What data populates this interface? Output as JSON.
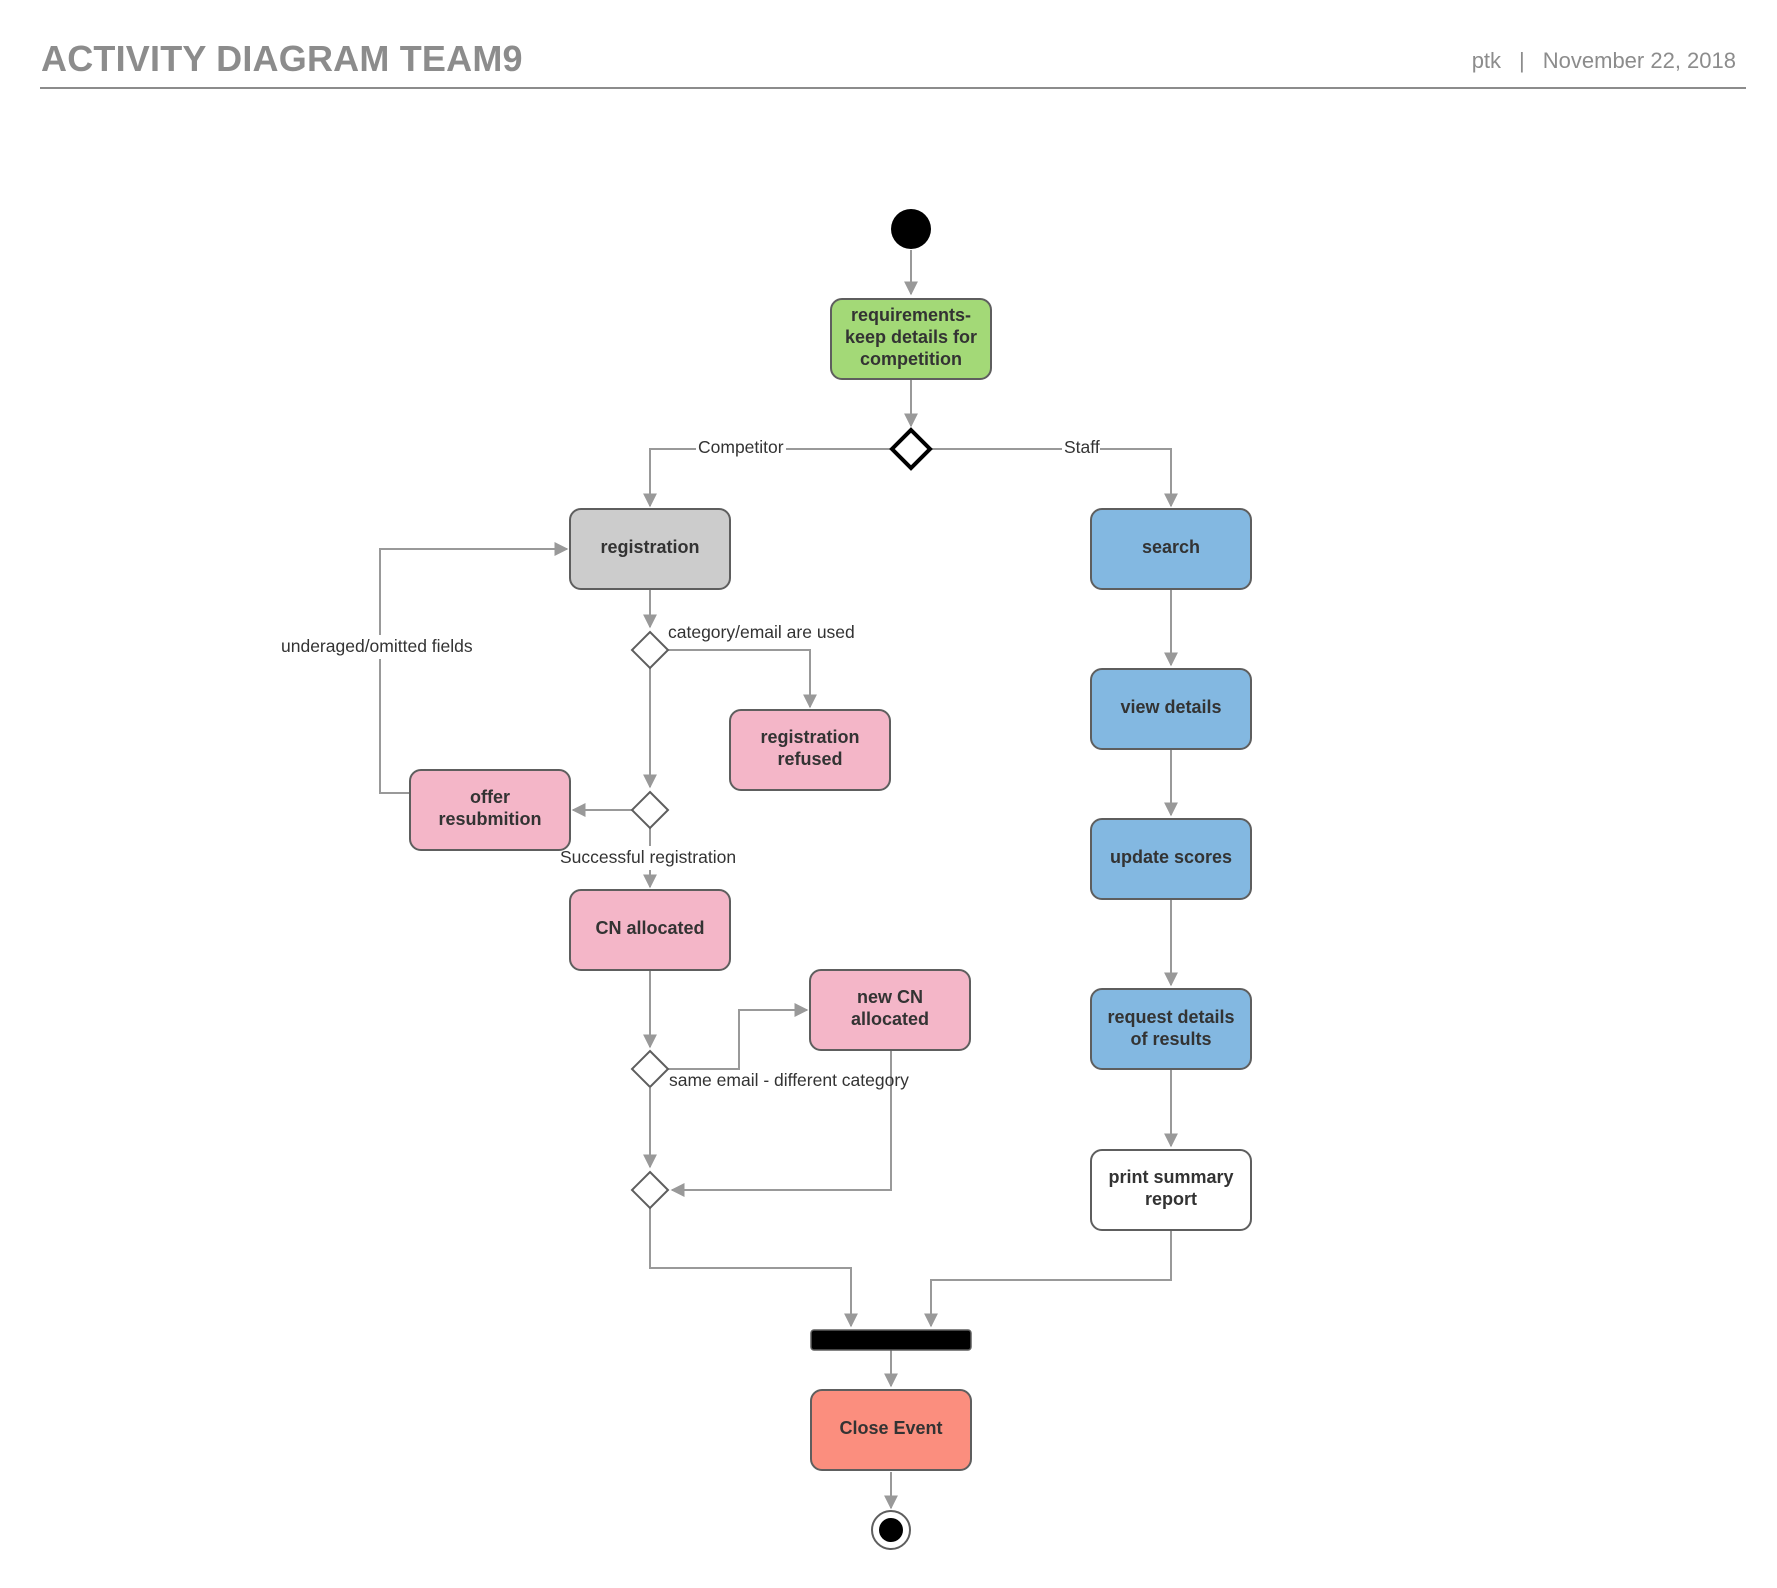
{
  "header": {
    "title": "ACTIVITY DIAGRAM TEAM9",
    "author": "ptk",
    "separator": "|",
    "date": "November 22, 2018"
  },
  "colors": {
    "green": "#a3d977",
    "gray": "#cccccc",
    "blue": "#83b8e1",
    "pink": "#f4b6c8",
    "salmon": "#fb8e7e",
    "white": "#ffffff",
    "stroke": "#5e5e5e",
    "connector": "#999999"
  },
  "nodes": {
    "requirements": [
      "requirements-",
      "keep details for",
      "competition"
    ],
    "registration": [
      "registration"
    ],
    "search": [
      "search"
    ],
    "registration_refused": [
      "registration",
      "refused"
    ],
    "view_details": [
      "view details"
    ],
    "offer_resubmition": [
      "offer",
      "resubmition"
    ],
    "update_scores": [
      "update scores"
    ],
    "cn_allocated": [
      "CN allocated"
    ],
    "new_cn_allocated": [
      "new CN",
      "allocated"
    ],
    "request_details": [
      "request details",
      "of results"
    ],
    "print_summary": [
      "print summary",
      "report"
    ],
    "close_event": [
      "Close Event"
    ]
  },
  "edge_labels": {
    "competitor": "Competitor",
    "staff": "Staff",
    "category_email": "category/email are used",
    "underaged": "underaged/omitted fields",
    "successful": "Successful registration",
    "same_email": "same email - different category"
  }
}
